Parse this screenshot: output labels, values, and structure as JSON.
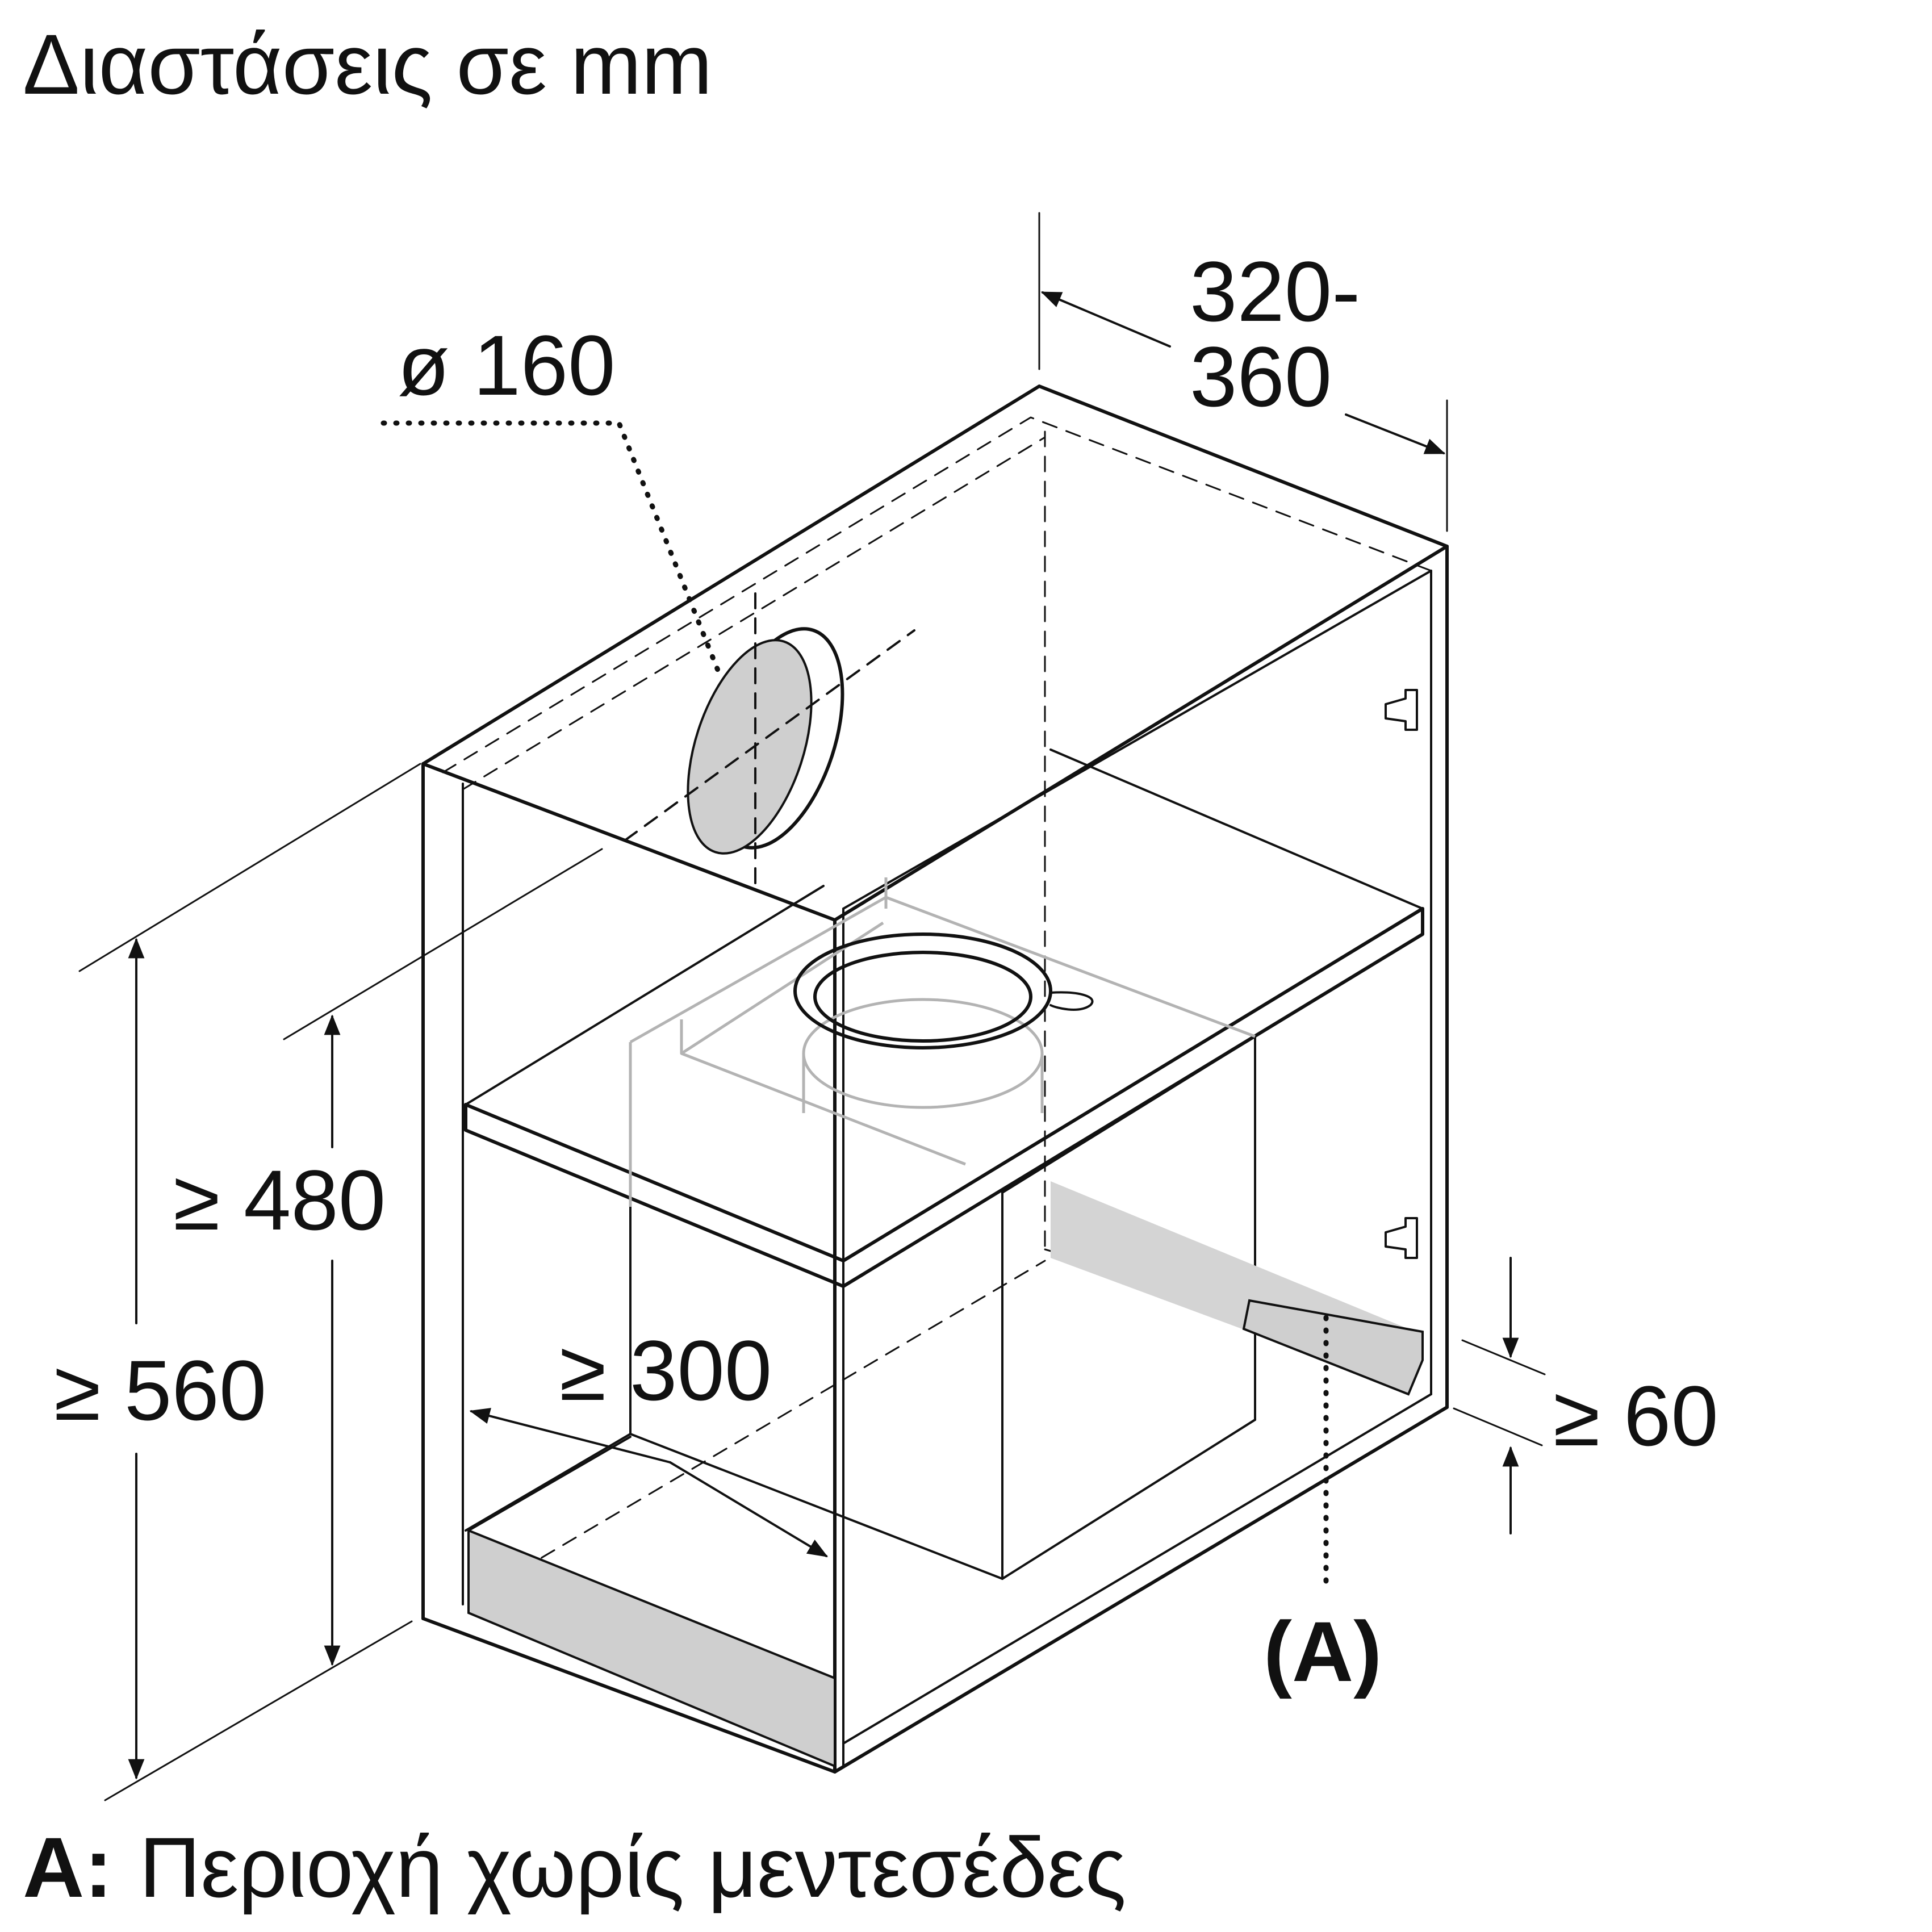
{
  "header": {
    "title": "Διαστάσεις σε mm"
  },
  "dimensions": {
    "depth_line1": "320-",
    "depth_line2": "360",
    "duct_diameter": "ø 160",
    "inner_height": "≥ 480",
    "total_height": "≥ 560",
    "inner_width": "≥ 300",
    "plinth_gap": "≥ 60"
  },
  "callout": {
    "marker": "(A)"
  },
  "legend": {
    "key": "A:",
    "description": "Περιοχή χωρίς μεντεσέδες"
  },
  "colors": {
    "line": "#111111",
    "shade": "#cfcfcf",
    "ghost": "#b3b3b3",
    "background": "#ffffff"
  }
}
